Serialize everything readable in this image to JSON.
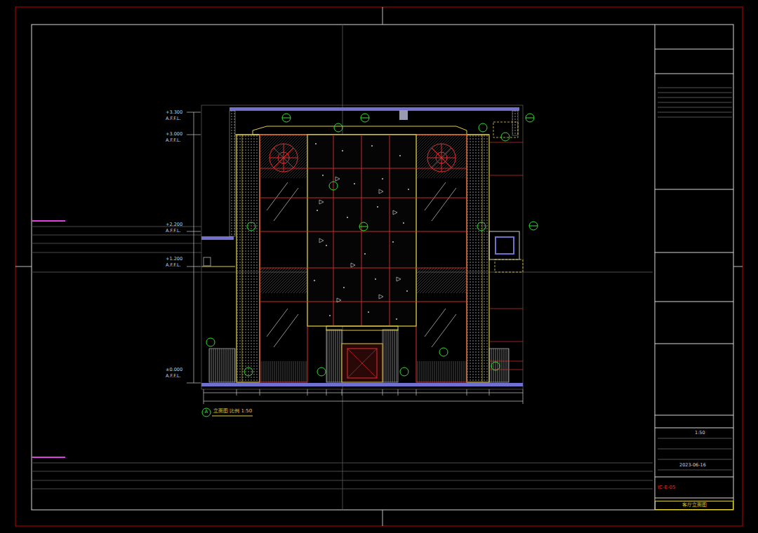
{
  "diagram": {
    "nodes": [
      {
        "text": [
          "A"
        ]
      },
      {
        "text": [
          "客厅立面图"
        ]
      }
    ],
    "labels": [
      "+3.300",
      "A.F.F.L.",
      "+3.000",
      "A.F.F.L.",
      "+2.200",
      "A.F.F.L.",
      "+1.200",
      "A.F.F.L.",
      "±0.000",
      "A.F.F.L.",
      "立面图 比例 1:50",
      "1:50",
      "2023-06-16",
      "IC-E-05"
    ]
  }
}
